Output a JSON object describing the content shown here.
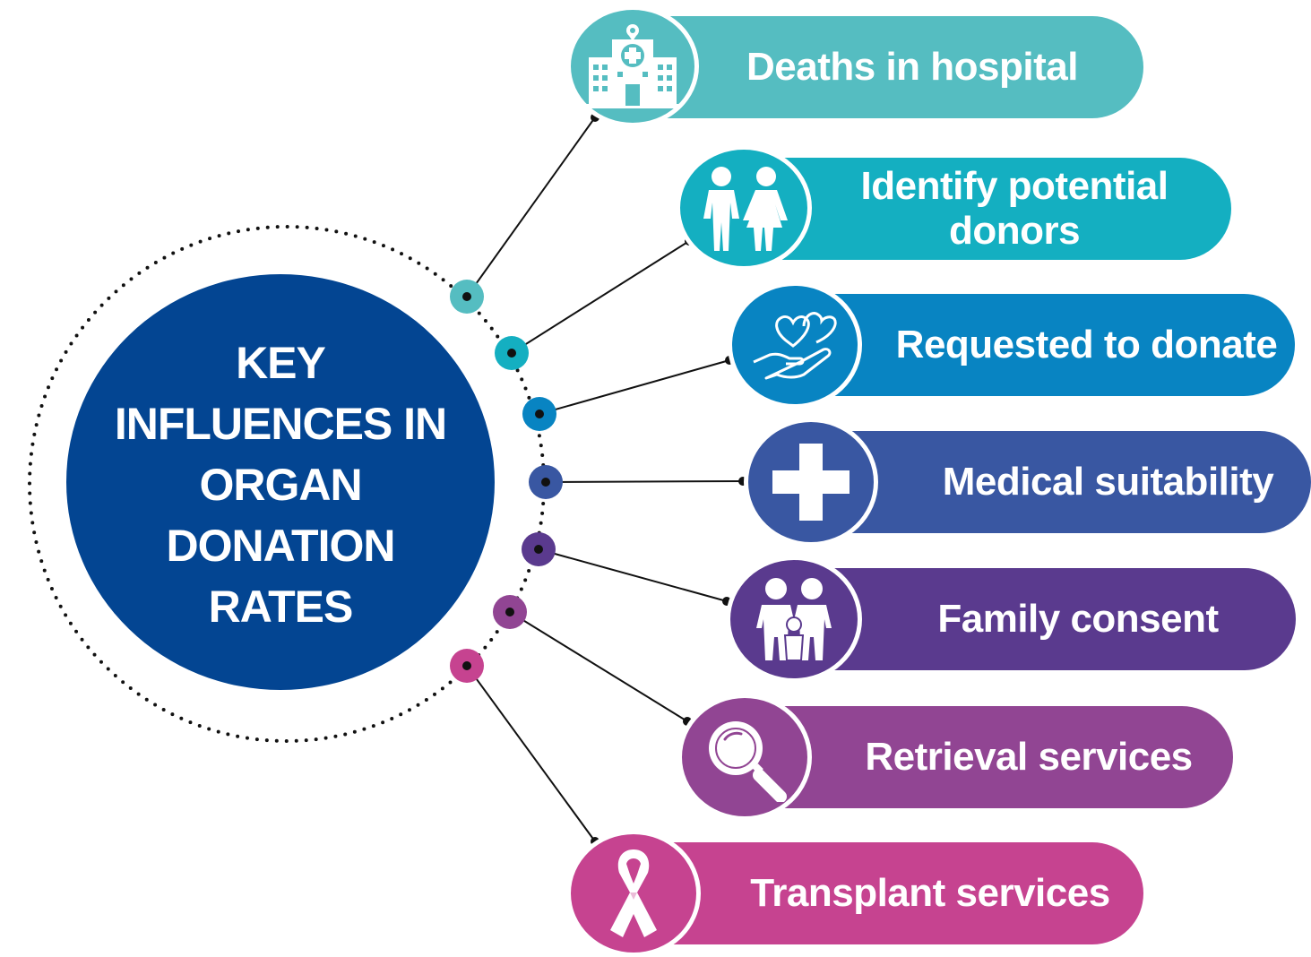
{
  "center": {
    "title_lines": [
      "KEY",
      "INFLUENCES IN",
      "ORGAN",
      "DONATION",
      "RATES"
    ],
    "color": "#034592"
  },
  "items": [
    {
      "label": "Deaths in hospital",
      "icon": "hospital-icon",
      "color": "#55BDC1",
      "dot_color": "#55BDC1"
    },
    {
      "label": "Identify potential donors",
      "icon": "people-icon",
      "color": "#14AFC1",
      "dot_color": "#14AFC1"
    },
    {
      "label": "Requested to donate",
      "icon": "hand-hearts-icon",
      "color": "#0884C2",
      "dot_color": "#0884C2"
    },
    {
      "label": "Medical suitability",
      "icon": "medical-cross-icon",
      "color": "#3957A2",
      "dot_color": "#3957A2"
    },
    {
      "label": "Family consent",
      "icon": "family-icon",
      "color": "#5A3A8E",
      "dot_color": "#5A3A8E"
    },
    {
      "label": "Retrieval services",
      "icon": "magnifier-icon",
      "color": "#914593",
      "dot_color": "#914593"
    },
    {
      "label": "Transplant services",
      "icon": "ribbon-icon",
      "color": "#C64390",
      "dot_color": "#C64390"
    }
  ]
}
